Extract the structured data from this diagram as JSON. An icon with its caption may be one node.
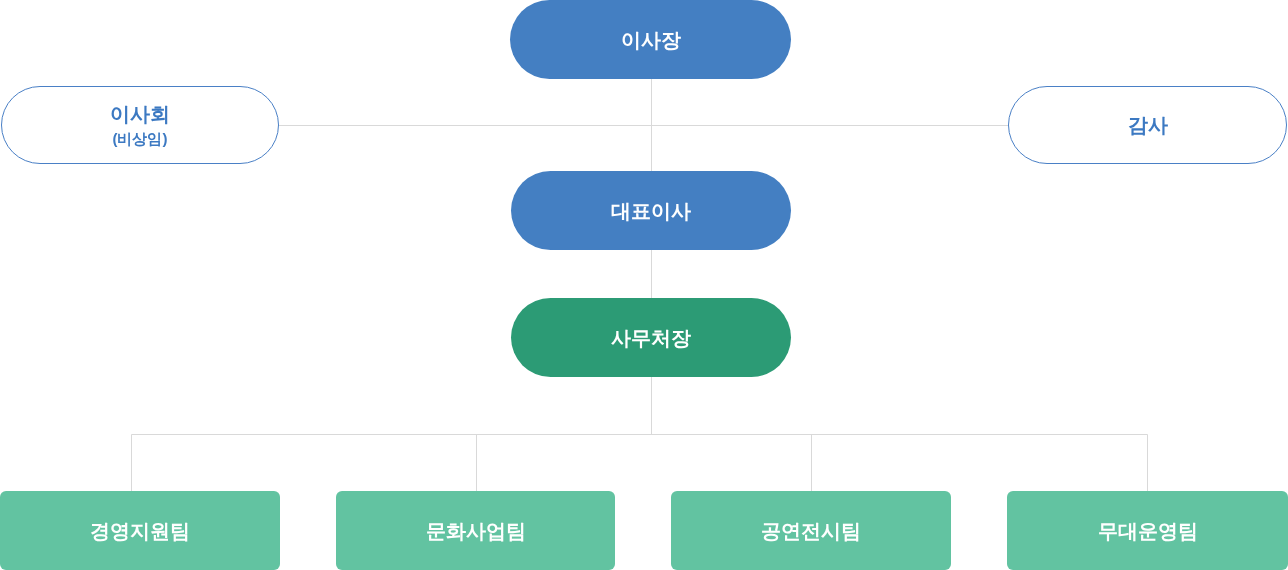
{
  "diagram": {
    "nodes": [
      {
        "text": [
          "이사장"
        ]
      },
      {
        "text": [
          "이사회",
          "(비상임)"
        ]
      },
      {
        "text": [
          "감사"
        ]
      },
      {
        "text": [
          "대표이사"
        ]
      },
      {
        "text": [
          "사무처장"
        ]
      },
      {
        "text": [
          "경영지원팀"
        ]
      },
      {
        "text": [
          "문화사업팀"
        ]
      },
      {
        "text": [
          "공연전시팀"
        ]
      },
      {
        "text": [
          "무대운영팀"
        ]
      }
    ],
    "edges": [
      {
        "from": 0,
        "to": 3,
        "arrow": "none"
      },
      {
        "from": 1,
        "to": 2,
        "arrow": "none"
      },
      {
        "from": 3,
        "to": 4,
        "arrow": "none"
      },
      {
        "from": 4,
        "to": 5,
        "arrow": "none"
      },
      {
        "from": 4,
        "to": 6,
        "arrow": "none"
      },
      {
        "from": 4,
        "to": 7,
        "arrow": "none"
      },
      {
        "from": 4,
        "to": 8,
        "arrow": "none"
      }
    ]
  }
}
